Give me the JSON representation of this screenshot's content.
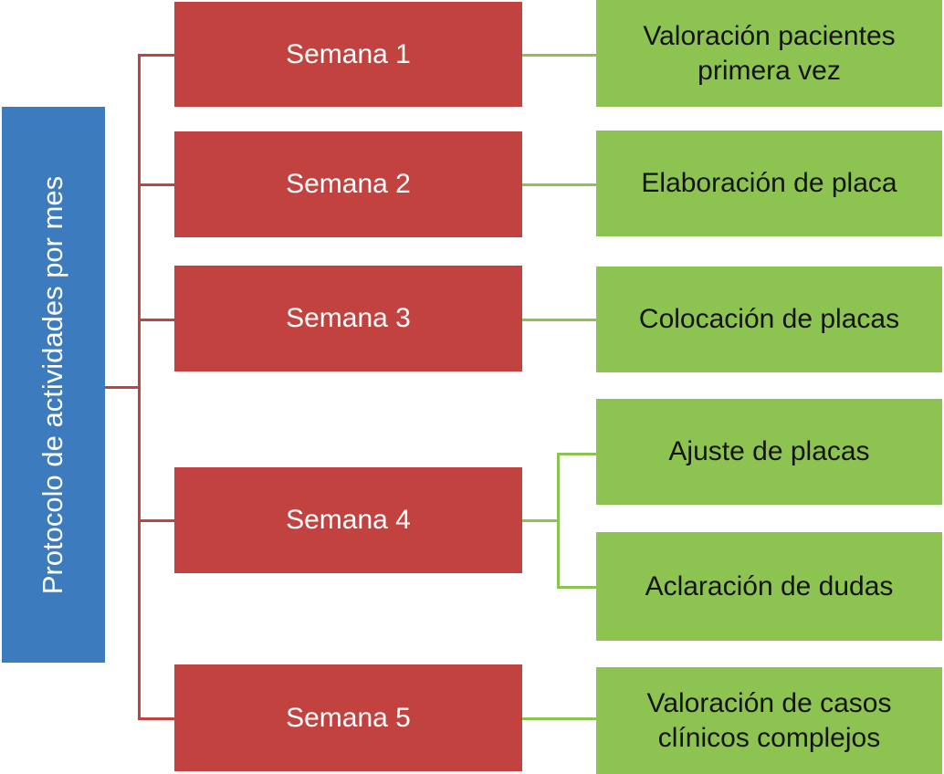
{
  "diagram": {
    "type": "hierarchy-flowchart",
    "root": {
      "label": "Protocolo de actividades por mes"
    },
    "weeks": [
      {
        "label": "Semana 1"
      },
      {
        "label": "Semana 2"
      },
      {
        "label": "Semana 3"
      },
      {
        "label": "Semana 4"
      },
      {
        "label": "Semana 5"
      }
    ],
    "activities": [
      {
        "label": "Valoración pacientes primera vez",
        "week": "Semana 1"
      },
      {
        "label": "Elaboración de placa",
        "week": "Semana 2"
      },
      {
        "label": "Colocación de placas",
        "week": "Semana 3"
      },
      {
        "label": "Ajuste de placas",
        "week": "Semana 4"
      },
      {
        "label": "Aclaración de dudas",
        "week": "Semana 4"
      },
      {
        "label": "Valoración de casos clínicos complejos",
        "week": "Semana 5"
      }
    ],
    "colors": {
      "root_blue": "#3C7BBD",
      "week_red": "#C2423F",
      "activity_green": "#8DC351",
      "connector_red": "#C2423F",
      "connector_green": "#8DC351",
      "week_text": "#FFFFFF",
      "activity_text": "#141414",
      "background": "#FFFFFF"
    }
  }
}
